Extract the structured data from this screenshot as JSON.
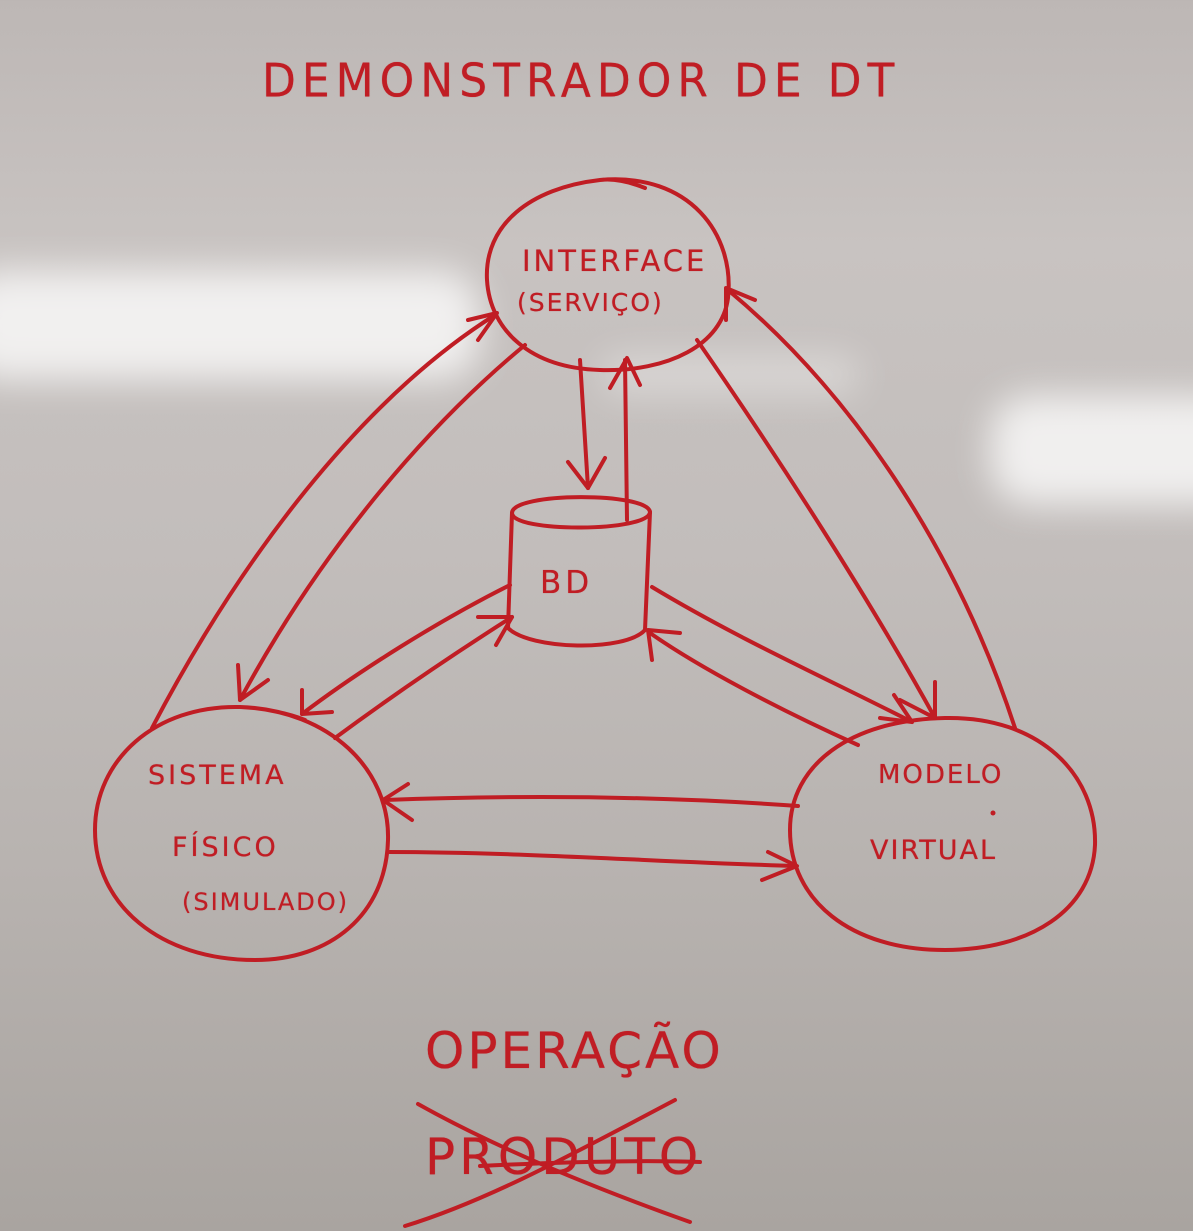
{
  "title": "DEMONSTRADOR DE DT",
  "nodes": {
    "interface": {
      "name": "INTERFACE",
      "subtitle": "(SERVIÇO)"
    },
    "database": {
      "name": "BD"
    },
    "physical_system": {
      "line1": "SISTEMA",
      "line2": "FÍSICO",
      "line3": "(SIMULADO)"
    },
    "virtual_model": {
      "line1": "MODELO",
      "line2": "VIRTUAL"
    }
  },
  "footer": {
    "option_kept": "OPERAÇÃO",
    "option_crossed_out": "PRODUTO"
  },
  "ink_color": "#c01d24"
}
